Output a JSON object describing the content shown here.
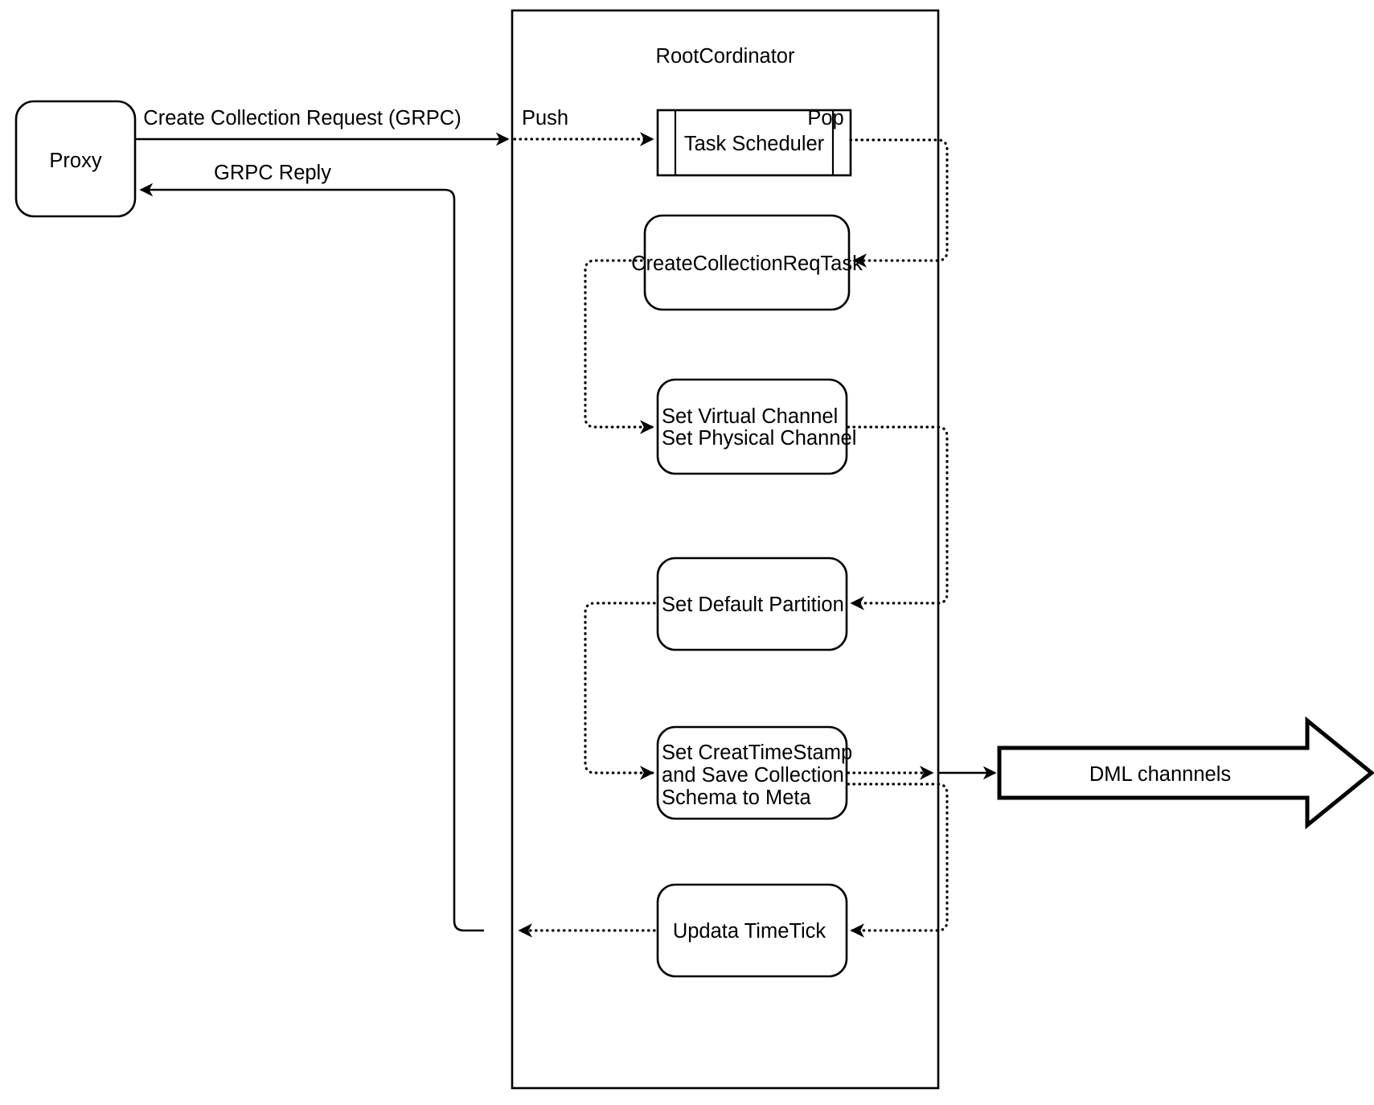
{
  "diagram": {
    "title": "RootCordinator create-collection flow",
    "colors": {
      "stroke": "#000000",
      "fill": "#ffffff",
      "text": "#000000"
    },
    "container": {
      "label": "RootCordinator"
    },
    "nodes": {
      "proxy": {
        "label": "Proxy"
      },
      "task_scheduler": {
        "label": "Task Scheduler"
      },
      "create_collection_req_task": {
        "label": "CreateCollectionReqTask"
      },
      "set_channels": {
        "line1": "Set Virtual Channel",
        "line2": "Set Physical Channel"
      },
      "set_default_partition": {
        "label": "Set Default Partition"
      },
      "set_creat_timestamp": {
        "line1": "Set CreatTimeStamp",
        "line2": "and Save Collection",
        "line3": "Schema to Meta"
      },
      "updata_timetick": {
        "label": "Updata TimeTick"
      },
      "dml_channels": {
        "label": "DML channnels"
      }
    },
    "edges": {
      "create_collection_request": {
        "label": "Create Collection Request (GRPC)"
      },
      "grpc_reply": {
        "label": "GRPC Reply"
      },
      "push": {
        "label": "Push"
      },
      "pop": {
        "label": "Pop"
      }
    }
  }
}
